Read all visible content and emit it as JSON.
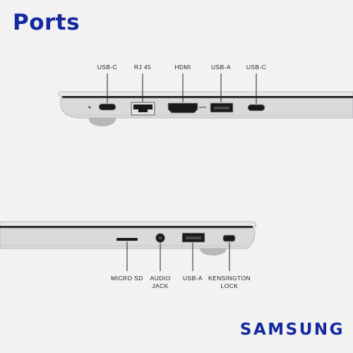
{
  "title": "Ports",
  "brand": "SAMSUNG",
  "colors": {
    "brand": "#1428a0",
    "background": "#f2f2f2",
    "laptop_silver": "#d9dadc",
    "port_black": "#1a1a1a"
  },
  "side_1": {
    "ports": [
      {
        "label": "USB-C",
        "icon": "usb-c-port-icon"
      },
      {
        "label": "RJ 45",
        "icon": "rj45-port-icon"
      },
      {
        "label": "HDMI",
        "icon": "hdmi-port-icon"
      },
      {
        "label": "USB-A",
        "icon": "usb-a-port-icon"
      },
      {
        "label": "USB-C",
        "icon": "usb-c-port-icon"
      }
    ]
  },
  "side_2": {
    "ports": [
      {
        "label": "MICRO SD",
        "icon": "micro-sd-slot-icon"
      },
      {
        "label": "AUDIO JACK",
        "icon": "audio-jack-icon"
      },
      {
        "label": "USB-A",
        "icon": "usb-a-port-icon"
      },
      {
        "label": "KENSINGTON LOCK",
        "icon": "kensington-lock-icon"
      }
    ]
  }
}
